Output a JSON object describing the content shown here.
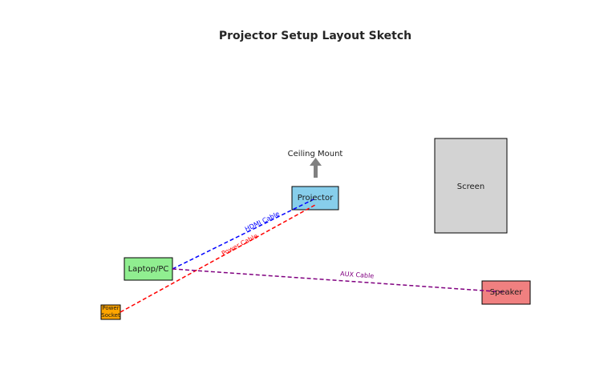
{
  "title": "Projector Setup Layout Sketch",
  "components": {
    "ceiling_mount": "Ceiling Mount",
    "projector": "Projector",
    "screen": "Screen",
    "laptop": "Laptop/PC",
    "power_socket_line1": "Power",
    "power_socket_line2": "Socket",
    "speaker": "Speaker"
  },
  "cables": {
    "hdmi": "HDMI Cable",
    "power": "Power Cable",
    "aux": "AUX Cable"
  },
  "colors": {
    "projector_fill": "#87ceeb",
    "screen_fill": "#d3d3d3",
    "laptop_fill": "#90ee90",
    "socket_fill": "#ffa500",
    "speaker_fill": "#f08080",
    "mount_arrow": "#808080",
    "hdmi": "#0000ff",
    "power": "#ff0000",
    "aux": "#800080"
  }
}
